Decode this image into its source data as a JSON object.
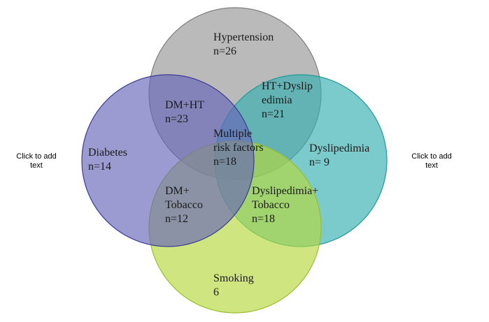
{
  "circles": [
    {
      "id": "hypertension",
      "fill": "#a6a6a6",
      "stroke": "#7f7f7f"
    },
    {
      "id": "dyslipidemia",
      "fill": "#34afb0",
      "stroke": "#1f9a9b"
    },
    {
      "id": "smoking",
      "fill": "#b5d93c",
      "stroke": "#9bbf2a"
    },
    {
      "id": "diabetes",
      "fill": "#6766b8",
      "stroke": "#3d3c94"
    }
  ],
  "labels": {
    "hypertension": {
      "line1": "Hypertension",
      "line2": "n=26"
    },
    "ht_dyslip": {
      "line1": "HT+Dyslip",
      "line2": "edimia",
      "line3": "n=21"
    },
    "dm_ht": {
      "line1": "DM+HT",
      "line2": "n=23"
    },
    "multiple": {
      "line1": "Multiple",
      "line2": "risk factors",
      "line3": "n=18"
    },
    "diabetes": {
      "line1": "Diabetes",
      "line2": "n=14"
    },
    "dyslipidemia": {
      "line1": "Dyslipedimia",
      "line2": "n= 9"
    },
    "dm_tobacco": {
      "line1": "DM+",
      "line2": "Tobacco",
      "line3": "n=12"
    },
    "dyslip_tobacco": {
      "line1": "Dyslipedimia+",
      "line2": "Tobacco",
      "line3": "n=18"
    },
    "smoking": {
      "line1": "Smoking",
      "line2": "6"
    }
  },
  "placeholders": {
    "left": {
      "line1": "Click to add",
      "line2": "text"
    },
    "right": {
      "line1": "Click to add",
      "line2": "text"
    }
  }
}
